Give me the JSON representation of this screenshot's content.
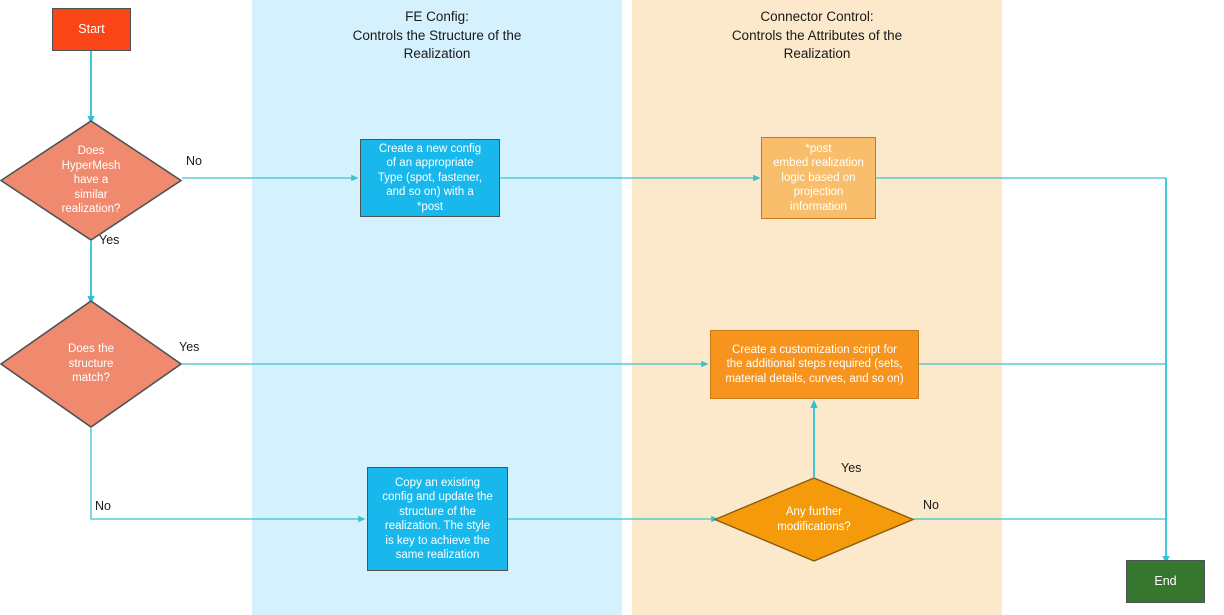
{
  "colors": {
    "lane_fe_config_bg": "#D4F1FD",
    "lane_connector_bg": "#FCE8CA",
    "start_fill": "#FA4616",
    "end_fill": "#37762F",
    "diamond_salmon_fill": "#F08A6E",
    "diamond_orange_fill": "#F59B0B",
    "process_blue_fill": "#18B8EC",
    "process_orange_light_fill": "#F9BE6B",
    "process_orange_fill": "#F7941E",
    "node_border": "#4d5354",
    "orange_border": "#C77A14",
    "edge_stroke": "#2BC4D4",
    "edge_stroke_thin": "#3FC1C9",
    "text_light": "#ffffff",
    "text_dark": "#1a1a1a"
  },
  "lanes": [
    {
      "id": "fe-config",
      "title": "FE Config:\nControls the Structure of the\nRealization"
    },
    {
      "id": "connector-control",
      "title": "Connector Control:\nControls the Attributes of the\nRealization"
    }
  ],
  "nodes": {
    "start": {
      "label": "Start"
    },
    "end": {
      "label": "End"
    },
    "decision_similar": {
      "label": "Does\nHyperMesh\nhave a\nsimilar\nrealization?"
    },
    "decision_structure": {
      "label": "Does the\nstructure\nmatch?"
    },
    "decision_modifications": {
      "label": "Any further\nmodifications?"
    },
    "create_new_config": {
      "label": "Create a new config\nof an appropriate\nType (spot, fastener,\nand so on) with a\n*post"
    },
    "post_embed": {
      "label": "*post\nembed realization\nlogic based on\nprojection\ninformation"
    },
    "customization_script": {
      "label": "Create a customization script for\nthe additional steps required (sets,\nmaterial details, curves, and so on)"
    },
    "copy_existing_config": {
      "label": "Copy an existing\nconfig and update the\nstructure of the\nrealization. The style\nis key to achieve the\nsame realization"
    }
  },
  "edge_labels": {
    "similar_no": "No",
    "similar_yes": "Yes",
    "structure_yes": "Yes",
    "structure_no": "No",
    "modifications_yes": "Yes",
    "modifications_no": "No"
  }
}
